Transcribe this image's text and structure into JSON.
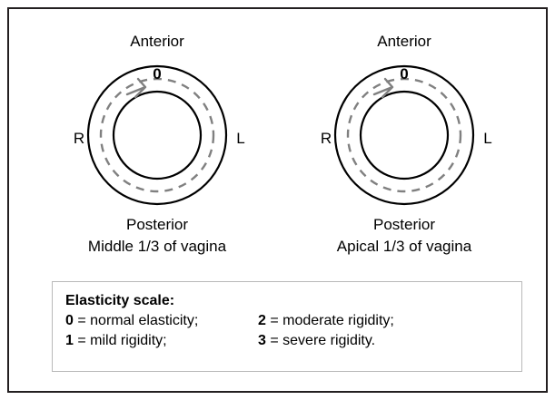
{
  "figure": {
    "background": "#ffffff",
    "frame_color": "#231f20",
    "ring_stroke": "#000000",
    "path_stroke": "#808080"
  },
  "diagrams": [
    {
      "id": "middle-third",
      "anterior_label": "Anterior",
      "posterior_label": "Posterior",
      "right_label": "R",
      "left_label": "L",
      "score_marker": "0",
      "caption": "Middle 1/3 of vagina"
    },
    {
      "id": "apical-third",
      "anterior_label": "Anterior",
      "posterior_label": "Posterior",
      "right_label": "R",
      "left_label": "L",
      "score_marker": "0",
      "caption": "Apical 1/3 of vagina"
    }
  ],
  "legend": {
    "title": "Elasticity scale:",
    "column1": [
      {
        "num": "0",
        "text": " = normal elasticity;"
      },
      {
        "num": "1",
        "text": " = mild rigidity;"
      }
    ],
    "column2": [
      {
        "num": "2",
        "text": " = moderate rigidity;"
      },
      {
        "num": "3",
        "text": " = severe rigidity."
      }
    ]
  }
}
